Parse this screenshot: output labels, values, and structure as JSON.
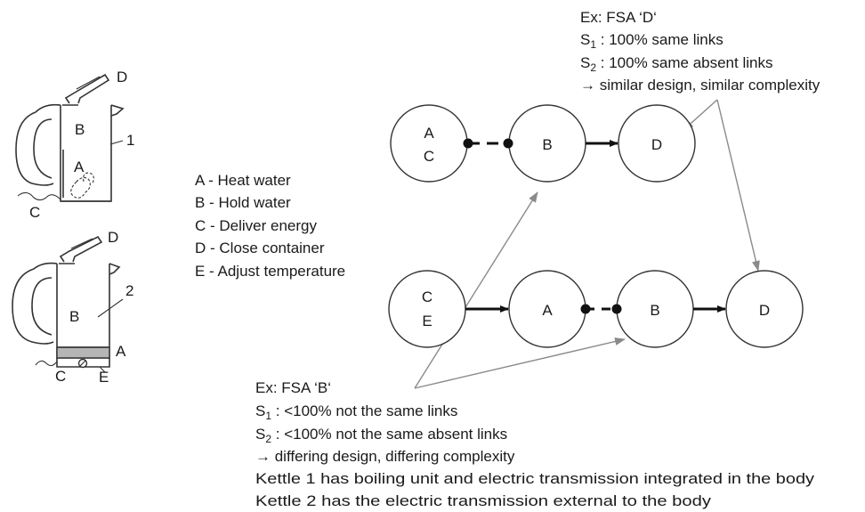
{
  "legend": [
    "A - Heat water",
    "B - Hold water",
    "C - Deliver energy",
    "D - Close container",
    "E - Adjust temperature"
  ],
  "kettle1": {
    "number": "1",
    "labels": {
      "A": "A",
      "B": "B",
      "C": "C",
      "D": "D"
    }
  },
  "kettle2": {
    "number": "2",
    "labels": {
      "A": "A",
      "B": "B",
      "C": "C",
      "D": "D",
      "E": "E"
    }
  },
  "fsa_top": {
    "nodes": [
      {
        "lines": [
          "A",
          "C"
        ]
      },
      {
        "lines": [
          "B"
        ]
      },
      {
        "lines": [
          "D"
        ]
      }
    ]
  },
  "fsa_bottom": {
    "nodes": [
      {
        "lines": [
          "C",
          "E"
        ]
      },
      {
        "lines": [
          "A"
        ]
      },
      {
        "lines": [
          "B"
        ]
      },
      {
        "lines": [
          "D"
        ]
      }
    ]
  },
  "annotation_top": {
    "title": "Ex: FSA ‘D‘",
    "s1_sub": "1",
    "s1_text": " : 100% same links",
    "s2_sub": "2",
    "s2_text": " : 100% same absent links",
    "conclusion": "→ similar design, similar complexity"
  },
  "annotation_bottom": {
    "title": "Ex: FSA ‘B‘",
    "s1_sub": "1",
    "s1_text": " : <100% not the same links",
    "s2_sub": "2",
    "s2_text": " : <100% not the same absent links",
    "conclusion": "→ differing design, differing complexity",
    "note1": "Kettle 1 has boiling unit and electric transmission integrated in the body",
    "note2": "Kettle 2 has the electric transmission external to the body"
  }
}
